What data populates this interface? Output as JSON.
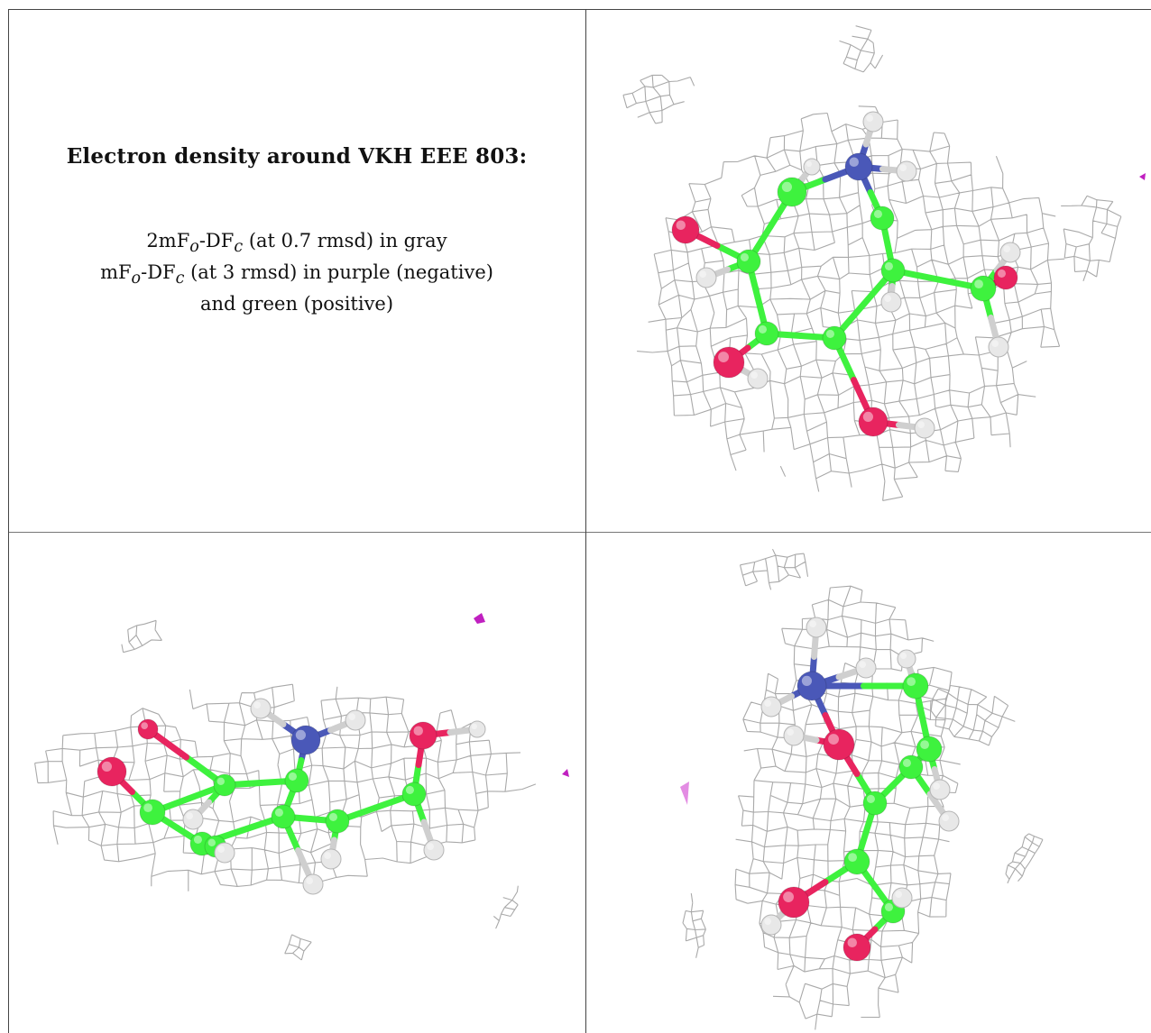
{
  "caption": {
    "title": "Electron density around VKH EEE 803:",
    "line1": {
      "pre": "2mF",
      "sub_o": "o",
      "mid": "-DF",
      "sub_c": "c",
      "post": " (at 0.7 rmsd) in gray"
    },
    "line2": {
      "pre": "mF",
      "sub_o": "o",
      "mid": "-DF",
      "sub_c": "c",
      "post": " (at 3 rmsd) in purple (negative)"
    },
    "line3": "and green (positive)"
  },
  "colors": {
    "mesh": "#a9a9a9",
    "carbon": "#3ef23e",
    "oxygen": "#e8245f",
    "nitrogen": "#4a58b8",
    "hydrogen": "#e8e8e8",
    "negative_density": "#c020c0"
  }
}
